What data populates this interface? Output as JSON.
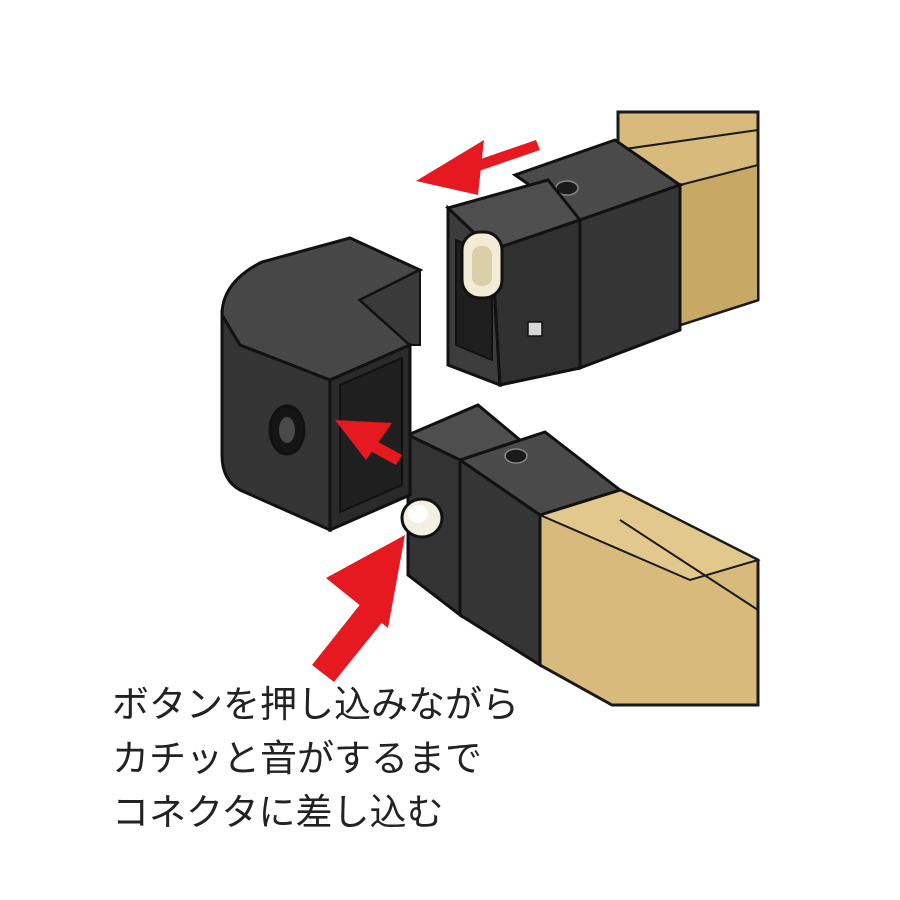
{
  "instruction": {
    "lines": [
      "ボタンを押し込みながら",
      "カチッと音がするまで",
      "コネクタに差し込む"
    ]
  },
  "colors": {
    "background": "#ffffff",
    "arrow": "#e5191f",
    "wood": "#d8ba7c",
    "wood_dark": "#c3a262",
    "connector_body": "#3a3a3a",
    "connector_dark": "#2a2a2a",
    "button": "#f3efe2",
    "text": "#222222"
  },
  "icons": {
    "direction_arrows": "arrow-icon",
    "push_button": "button-icon"
  }
}
